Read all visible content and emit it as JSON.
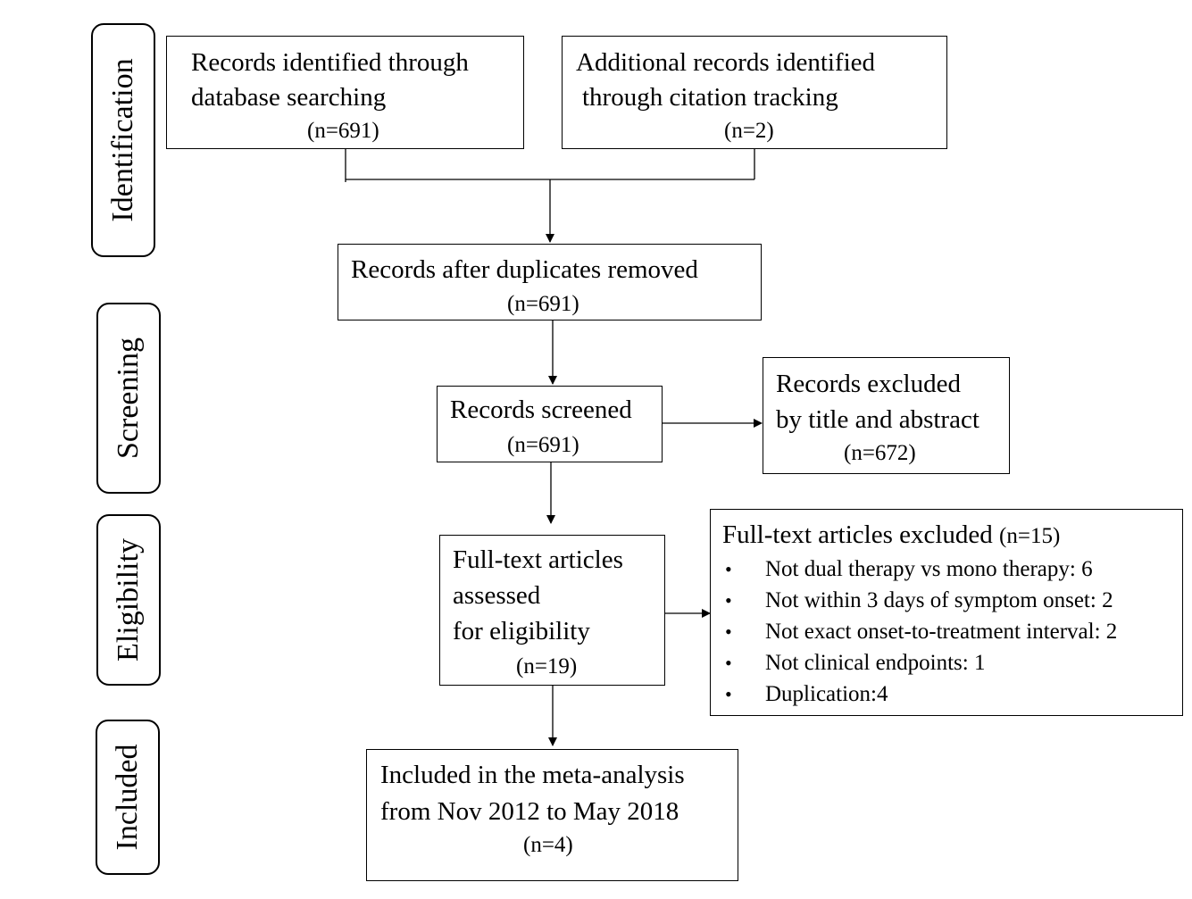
{
  "stages": {
    "identification": "Identification",
    "screening": "Screening",
    "eligibility": "Eligibility",
    "included": "Included"
  },
  "boxes": {
    "database": {
      "line1": "Records identified through",
      "line2": "database searching",
      "count": "(n=691)"
    },
    "citation": {
      "line1": "Additional records identified",
      "line2": "through citation tracking",
      "count": "(n=2)"
    },
    "duplicates_removed": {
      "line1": "Records after duplicates removed",
      "count": "(n=691)"
    },
    "screened": {
      "line1": "Records screened",
      "count": "(n=691)"
    },
    "excluded_title": {
      "line1": "Records excluded",
      "line2": "by title and abstract",
      "count": "(n=672)"
    },
    "full_text": {
      "line1": "Full-text articles",
      "line2": "assessed",
      "line3": "for eligibility",
      "count": "(n=19)"
    },
    "full_text_excluded": {
      "title": "Full-text articles excluded",
      "count": "(n=15)",
      "reasons": [
        "Not dual therapy vs mono therapy: 6",
        "Not within 3 days of symptom onset: 2",
        "Not exact onset-to-treatment interval: 2",
        "Not clinical endpoints: 1",
        "Duplication:4"
      ]
    },
    "included": {
      "line1": "Included in the meta-analysis",
      "line2": "from Nov 2012 to May 2018",
      "count": "(n=4)"
    }
  }
}
